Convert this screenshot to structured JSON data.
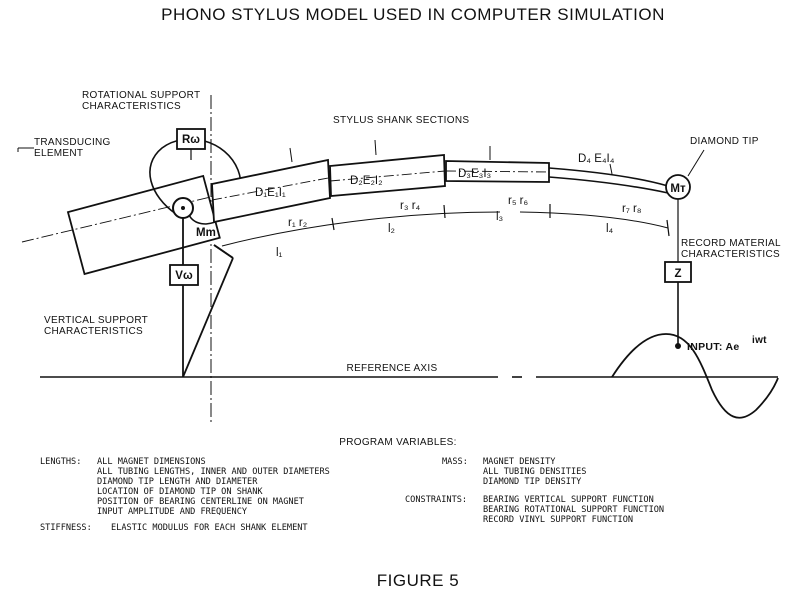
{
  "title": "PHONO STYLUS MODEL USED IN COMPUTER SIMULATION",
  "figure_caption": "FIGURE 5",
  "labels": {
    "rotational_support": [
      "ROTATIONAL SUPPORT",
      "CHARACTERISTICS"
    ],
    "transducing_element": [
      "TRANSDUCING",
      "ELEMENT"
    ],
    "stylus_shank_sections": "STYLUS SHANK SECTIONS",
    "diamond_tip": "DIAMOND TIP",
    "record_material": [
      "RECORD MATERIAL",
      "CHARACTERISTICS"
    ],
    "vertical_support": [
      "VERTICAL SUPPORT",
      "CHARACTERISTICS"
    ],
    "reference_axis": "REFERENCE AXIS",
    "input": "INPUT: Ae",
    "input_exp": "iwt"
  },
  "symbols": {
    "rw": "Rω",
    "vw": "Vω",
    "z": "Z",
    "mm": "Mm",
    "mt": "Mт",
    "sec1": "D₁E₁I₁",
    "sec2": "D₂E₂I₂",
    "sec3": "D₃E₃I₃",
    "sec4": "D₄ E₄I₄",
    "r12": "r₁ r₂",
    "r34": "r₃ r₄",
    "r56": "r₅ r₆",
    "r78": "r₇ r₈",
    "l1": "l₁",
    "l2": "l₂",
    "l3": "l₃",
    "l4": "l₄"
  },
  "program_variables": {
    "heading": "PROGRAM VARIABLES:",
    "lengths_label": "LENGTHS:",
    "lengths_items": [
      "ALL MAGNET DIMENSIONS",
      "ALL TUBING LENGTHS, INNER AND OUTER DIAMETERS",
      "DIAMOND TIP LENGTH AND DIAMETER",
      "LOCATION OF DIAMOND TIP ON SHANK",
      "POSITION OF BEARING CENTERLINE ON MAGNET",
      "INPUT AMPLITUDE AND FREQUENCY"
    ],
    "stiffness_label": "STIFFNESS:",
    "stiffness_items": [
      "ELASTIC MODULUS FOR EACH SHANK ELEMENT"
    ],
    "mass_label": "MASS:",
    "mass_items": [
      "MAGNET DENSITY",
      "ALL TUBING DENSITIES",
      "DIAMOND TIP DENSITY"
    ],
    "constraints_label": "CONSTRAINTS:",
    "constraints_items": [
      "BEARING VERTICAL SUPPORT FUNCTION",
      "BEARING ROTATIONAL SUPPORT FUNCTION",
      "RECORD VINYL SUPPORT FUNCTION"
    ]
  }
}
